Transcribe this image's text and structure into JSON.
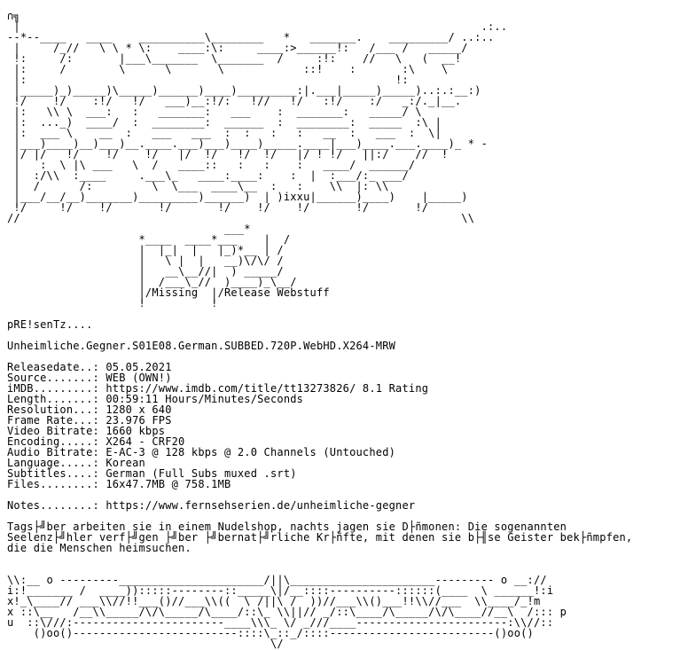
{
  "logo_lines": [
    "∩╗",
    " |                                                                      .:..",
    "--*--____   ____    __________\\________   *   _______.    _________/ ..:..",
    " |     /_//   \\ \\ * \\:    ____:\\:     ____:>______!:   /___ /   _____/",
    " !:     /:       |___\\_______  \\_______  /     :!:    //   \\   (  __!",
    " |:     /        \\      \\       \\            ::!    :       :\\    \\",
    " |:                                                        !:",
    " |_____)_)_____)\\_____)______)____)_________:|.___|_____)_____)..:.:__:)",
    " !/    !/    :!/   !/   ___)__:!/:   !//   !/   :!/    :/   _:/._|__.",
    " |:   \\\\ \\  ___:   :   _______:   ___    :  _______:   _____/ \\",
    " |:  ..._)  ____/  :  ________:  ______  :  ________:  _____  :\\ |",
    " |:  ___ \\    __  :   ___   ___  :  :   :   :   __  :   ___  :  \\|",
    " |___)____)__)___)__.____.___)___)____)_____.____|___)____.___.____)_ * -",
    " |/ |/   !/    !/    !/   |/  !/   !/  !/   |/ ! !/   ||:/    //  !",
    " |   :  \\ |\\ ___   \\  /   ____::   :   :    :   ____/  ______/",
    " |  :/\\\\  :____     .___\\_   ____:____:    :  |  :___/:_ ___/",
    " |  /      /:         \\  \\___  ____\\__  :   :    \\\\  |: \\\\",
    " |___/__/__)_______)_________)______)  | )ixxu|______)____)    |_____)",
    " !/     !/    !/       !/       !/    !/    !/       !/       !/",
    "//                                                                   \\\\"
  ],
  "sublogo_lines": [
    "                                 ___*",
    "                    *____  ____*___    |  /",
    "                    |  |_|  |   |_)*__ | /",
    "                    |   \\ |  |   __)\\/\\/ /",
    "                    |   __\\__//|  ) _____/",
    "                    |  /___\\_//  )____)_\\__/",
    "                    |/Missing  |/Release Webstuff",
    "                    !          !"
  ],
  "intro": "pRE!senTz....",
  "release_name": "Unheimliche.Gegner.S01E08.German.SUBBED.720P.WebHD.X264-MRW",
  "info_lines": [
    "Releasedate..: 05.05.2021",
    "Source.......: WEB (OWN!)",
    "iMDB.........: https://www.imdb.com/title/tt13273826/ 8.1 Rating",
    "Length.......: 00:59:11 Hours/Minutes/Seconds",
    "Resolution...: 1280 x 640",
    "Frame Rate...: 23.976 FPS",
    "Video Bitrate: 1660 kbps",
    "Encoding.....: X264 - CRF20",
    "Audio Bitrate: E-AC-3 @ 128 kbps @ 2.0 Channels (Untouched)",
    "Language.....: Korean",
    "Subtitles....: German (Full Subs muxed .srt)",
    "Files........: 16x47.7MB @ 758.1MB"
  ],
  "notes_line": "Notes........: https://www.fernsehserien.de/unheimliche-gegner",
  "description_lines": [
    "Tags├╝ber arbeiten sie in einem Nudelshop, nachts jagen sie D├ñmonen: Die sogenannten",
    "Seelenz├╝hler verf├╝gen ├╝ber ├╝bernat├╝rliche Kr├ñfte, mit denen sie b├╢se Geister bek├ñmpfen,",
    "die die Menschen heimsuchen."
  ],
  "footer_lines": [
    "\\\\:__ o ---------______________________/||\\______________________--------- o __://",
    "i:!_______ /  ____)):::::--------::_____\\|/__::::----------::::::(____  \\ ______!:i",
    "x!_\\____// ___\\\\//!!___()//___\\\\((  \\ /||\\ /  ))//___\\\\()___!!\\\\//___  \\\\____/_!m",
    "x ::\\__   /__\\\\_____/\\/\\_____/\\____/::\\_ \\\\||// _/::\\____/\\_____/\\/\\____//__\\  /::: p",
    "u  ::\\///:-----------------------____\\\\\\_ \\/ _///____-----------------------:\\\\//::",
    "    ()oo()-------------------------::::\\_::_/::::-------------------------()oo()",
    "                                        \\/"
  ]
}
